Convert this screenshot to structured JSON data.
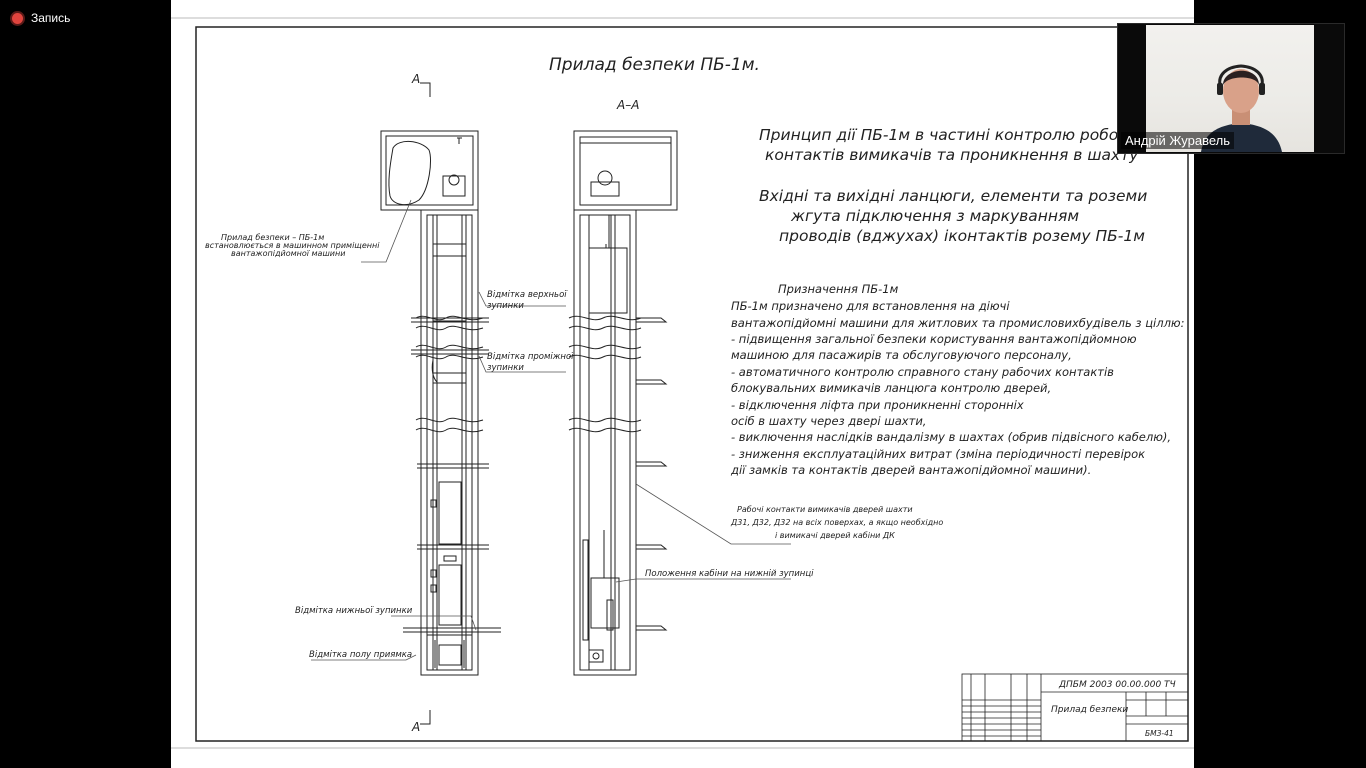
{
  "recording": {
    "label": "Запись"
  },
  "participant": {
    "name": "Андрій Журавель"
  },
  "drawing": {
    "title": "Прилад безпеки ПБ-1м.",
    "section_mark": "А",
    "section_label": "А–А",
    "principle_lines": [
      "Принцип дії ПБ-1м  в частині контролю робо",
      "контактів вимикачів та проникнення в шахту"
    ],
    "io_lines": [
      "Вхідні та вихідні ланцюги, елементи та роземи",
      "жгута підключення з маркуванням",
      "проводів (вджухах) іконтактів розему ПБ-1м"
    ],
    "purpose_title": "Призначення ПБ-1м",
    "purpose_lines": [
      "ПБ-1м призначено для встановлення на діючі",
      "вантажопідйомні машини для житлових та промисловихбудівель з ціллю:",
      "-  підвищення загальної безпеки користування вантажопідйомною",
      "машиною для пасажирів та обслуговуючого персоналу,",
      "-   автоматичного контролю справного стану рабочих контактів",
      "блокувальних вимикачів ланцюга контролю дверей,",
      "-   відключення ліфта при проникненні сторонніх",
      "осіб в   шахту через двері шахти,",
      "-   виключення наслідків вандалізму в шахтах (обрив підвісного кабелю),",
      "-   зниження експлуатаційних витрат (зміна періодичності перевірок",
      "дії замків та контактів дверей вантажопідйомної машини)."
    ],
    "callouts": {
      "device_lines": [
        "Прилад безпеки – ПБ-1м",
        "встановлюється в машинном приміщенні",
        "вантажопідйомної машини"
      ],
      "upper_stop": [
        "Відмітка верхньої",
        "зупинки"
      ],
      "middle_stop": [
        "Відмітка проміжної",
        "зупинки"
      ],
      "lower_stop": "Відмітка нижньої зупинки",
      "pit_floor": "Відмітка полу приямка",
      "contacts_lines": [
        "Рабочі контакти вимикачів дверей шахти",
        "Д31, Д32, Д32 на всіх поверхах, а якщо необхідно",
        "і вимикачі дверей кабіни ДК"
      ],
      "cabin_position": "Положення кабіни на нижній зупинці"
    },
    "title_block": {
      "doc_code": "ДПБМ 2003 00.00.000 ТЧ",
      "name": "Прилад безпеки",
      "group": "БМЗ-41"
    }
  }
}
